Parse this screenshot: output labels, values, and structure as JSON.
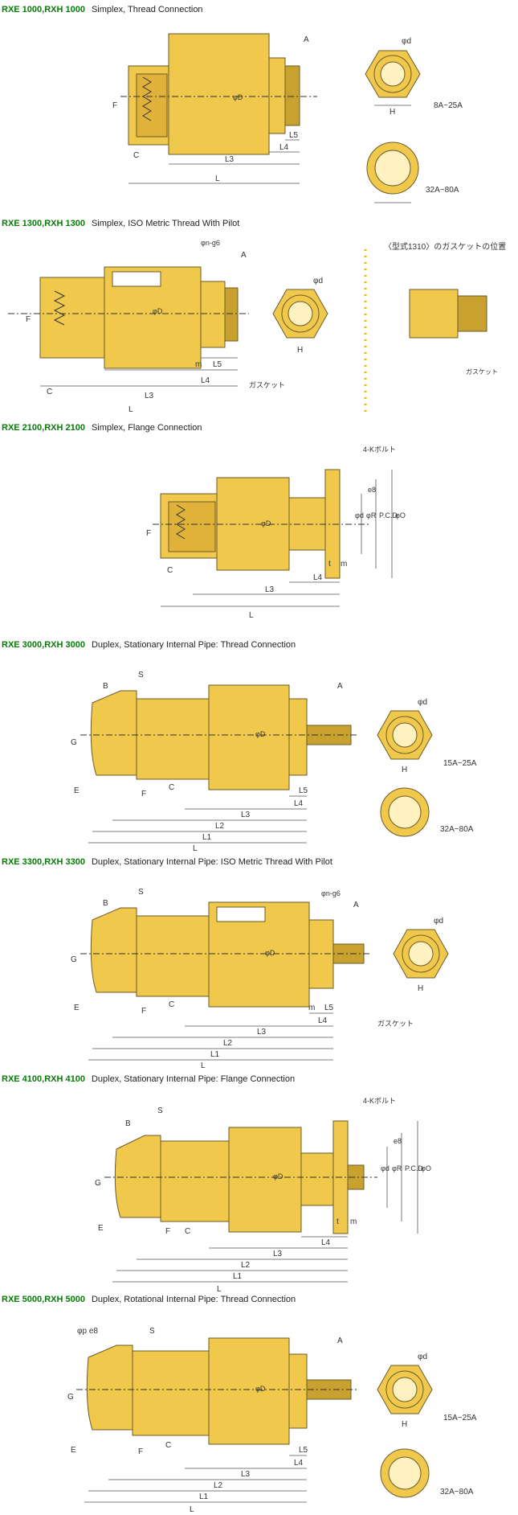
{
  "colors": {
    "body": "#F0C94C",
    "body_dark": "#C9A12E",
    "outline": "#6b5a2a",
    "dim": "#555555",
    "dot": "#f0b400"
  },
  "sections": [
    {
      "code": "RXE 1000,RXH 1000",
      "desc": "Simplex, Thread Connection",
      "labels": {
        "A": "A",
        "C": "C",
        "F": "F",
        "D": "φD",
        "d": "φd",
        "H": "H",
        "L": "L",
        "L3": "L3",
        "L4": "L4",
        "L5": "L5"
      },
      "size_small": "8A~25A",
      "size_large": "32A~80A"
    },
    {
      "code": "RXE 1300,RXH 1300",
      "desc": "Simplex, ISO Metric Thread With Pilot",
      "labels": {
        "A": "A",
        "C": "C",
        "F": "F",
        "D": "φD",
        "d": "φd",
        "H": "H",
        "L": "L",
        "L3": "L3",
        "L4": "L4",
        "L5": "L5",
        "m": "m",
        "n": "φn-g6",
        "gasket": "ガスケット"
      },
      "inset_title": "〈型式1310〉のガスケットの位置",
      "inset_gasket": "ガスケット"
    },
    {
      "code": "RXE 2100,RXH 2100",
      "desc": "Simplex, Flange Connection",
      "labels": {
        "C": "C",
        "F": "F",
        "D": "φD",
        "d": "φd",
        "O": "φO",
        "R": "φR",
        "PCD": "P.C.D",
        "e8": "e8",
        "L": "L",
        "L3": "L3",
        "L4": "L4",
        "t": "t",
        "m": "m",
        "bolt": "4-Kボルト"
      }
    },
    {
      "code": "RXE 3000,RXH 3000",
      "desc": "Duplex, Stationary Internal Pipe: Thread Connection",
      "labels": {
        "A": "A",
        "B": "B",
        "C": "C",
        "E": "E",
        "F": "F",
        "G": "G",
        "S": "S",
        "D": "φD",
        "d": "φd",
        "H": "H",
        "L": "L",
        "L1": "L1",
        "L2": "L2",
        "L3": "L3",
        "L4": "L4",
        "L5": "L5"
      },
      "size_small": "15A~25A",
      "size_large": "32A~80A"
    },
    {
      "code": "RXE 3300,RXH 3300",
      "desc": "Duplex, Stationary Internal Pipe: ISO Metric Thread With Pilot",
      "labels": {
        "A": "A",
        "B": "B",
        "C": "C",
        "E": "E",
        "F": "F",
        "G": "G",
        "S": "S",
        "D": "φD",
        "d": "φd",
        "H": "H",
        "L": "L",
        "L1": "L1",
        "L2": "L2",
        "L3": "L3",
        "L4": "L4",
        "L5": "L5",
        "m": "m",
        "n": "φn-g6",
        "gasket": "ガスケット"
      }
    },
    {
      "code": "RXE 4100,RXH 4100",
      "desc": "Duplex, Stationary Internal Pipe: Flange Connection",
      "labels": {
        "B": "B",
        "C": "C",
        "E": "E",
        "F": "F",
        "G": "G",
        "S": "S",
        "D": "φD",
        "d": "φd",
        "O": "φO",
        "R": "φR",
        "PCD": "P.C.D",
        "e8": "e8",
        "L": "L",
        "L1": "L1",
        "L2": "L2",
        "L3": "L3",
        "L4": "L4",
        "t": "t",
        "m": "m",
        "bolt": "4-Kボルト"
      }
    },
    {
      "code": "RXE 5000,RXH 5000",
      "desc": "Duplex, Rotational Internal Pipe: Thread Connection",
      "labels": {
        "A": "A",
        "C": "C",
        "E": "E",
        "F": "F",
        "G": "G",
        "S": "S",
        "D": "φD",
        "d": "φd",
        "pe8": "φp e8",
        "H": "H",
        "L": "L",
        "L1": "L1",
        "L2": "L2",
        "L3": "L3",
        "L4": "L4",
        "L5": "L5"
      },
      "size_small": "15A~25A",
      "size_large": "32A~80A"
    }
  ]
}
